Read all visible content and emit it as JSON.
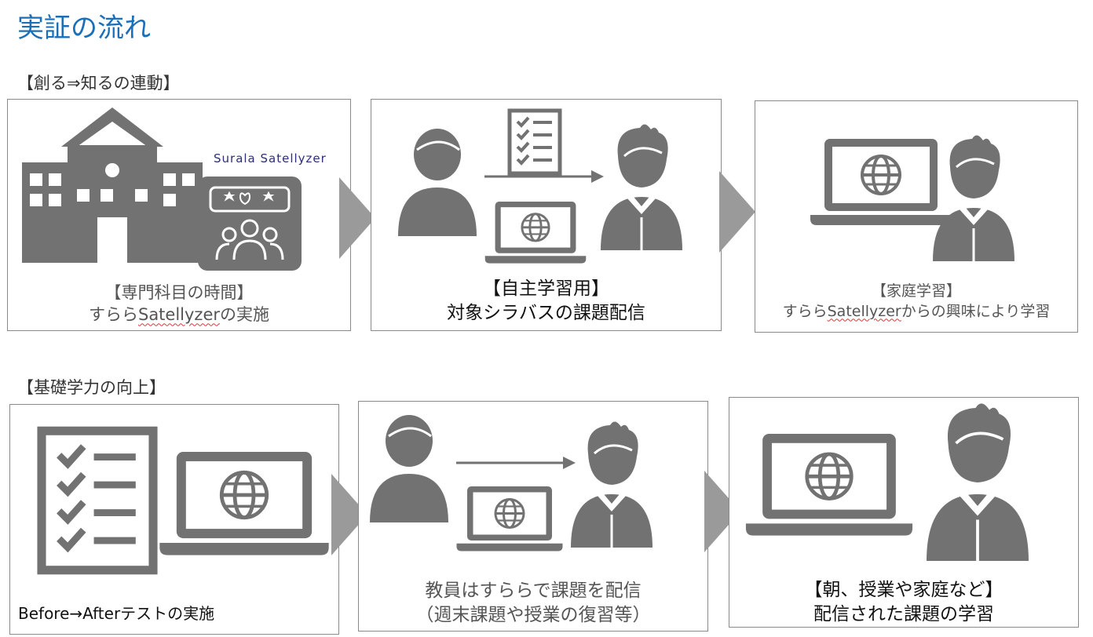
{
  "title": "実証の流れ",
  "section1": {
    "label": "【創る⇒知るの連動】",
    "brand": "Surala Satellyzer",
    "steps": [
      {
        "line1": "【専門科目の時間】",
        "line2_a": "すらら",
        "line2_b": "Satellyzer",
        "line2_c": "の実施"
      },
      {
        "line1": "【自主学習用】",
        "line2": "対象シラバスの課題配信"
      },
      {
        "line1": "【家庭学習】",
        "line2_a": "すらら",
        "line2_b": "Satellyzer",
        "line2_c": "からの興味により学習"
      }
    ]
  },
  "section2": {
    "label": "【基礎学力の向上】",
    "steps": [
      {
        "line1": "Before→Afterテストの実施"
      },
      {
        "line1": "教員はすららで課題を配信",
        "line2": "（週末課題や授業の復習等）"
      },
      {
        "line1": "【朝、授業や家庭など】",
        "line2": "配信された課題の学習"
      }
    ]
  },
  "colors": {
    "icon": "#727272",
    "arrow": "#9a9a9a",
    "title": "#1a6fb8",
    "brand": "#2c2e7a"
  }
}
